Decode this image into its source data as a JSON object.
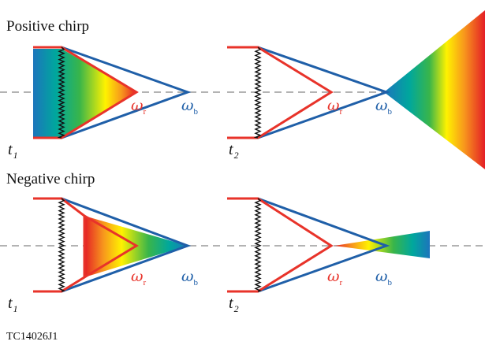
{
  "headings": {
    "positive": "Positive chirp",
    "negative": "Negative chirp"
  },
  "time_labels": {
    "t1_base": "t",
    "t1_sub": "1",
    "t2_base": "t",
    "t2_sub": "2"
  },
  "freq_labels": {
    "red_base": "ω",
    "red_sub": "r",
    "blue_base": "ω",
    "blue_sub": "b"
  },
  "figure_id": "TC14026J1",
  "colors": {
    "red_line": "#e8332a",
    "blue_line": "#1f5fa8",
    "axis_dash": "#9a9a9a",
    "spectrum_red": "#e41e26",
    "spectrum_orange": "#f7941d",
    "spectrum_yellow": "#fff200",
    "spectrum_green": "#39b54a",
    "spectrum_teal": "#00a79d",
    "spectrum_blue": "#1c75bc"
  },
  "icons": [
    "wavy-pulse-icon"
  ]
}
